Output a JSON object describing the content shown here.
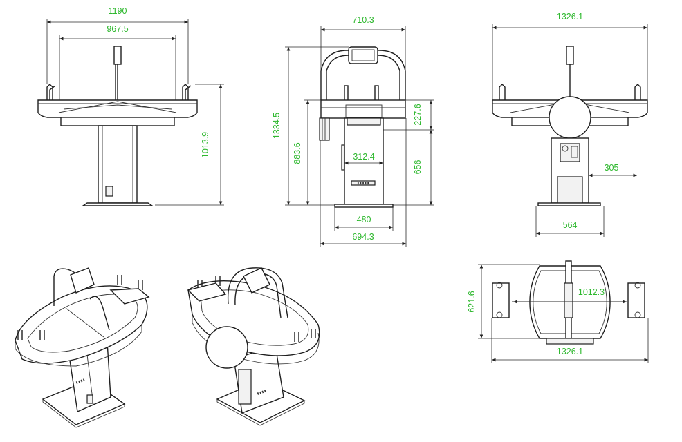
{
  "colors": {
    "dimension_text": "#2eb82e",
    "line": "#1e1e1e"
  },
  "front_view": {
    "overall_width": "1190",
    "inner_width": "967.5",
    "height": "1013.9"
  },
  "side_view": {
    "top_width": "710.3",
    "total_height": "1334.5",
    "body_height": "883.6",
    "upper_height": "227.6",
    "pedestal_height": "656",
    "pedestal_width": "312.4",
    "base_width": "480",
    "overall_depth": "694.3"
  },
  "rear_view": {
    "overall_width": "1326.1",
    "panel_offset": "305",
    "base_width": "564"
  },
  "top_view": {
    "depth": "621.6",
    "inner_length": "1012.3",
    "overall_length": "1326.1"
  }
}
